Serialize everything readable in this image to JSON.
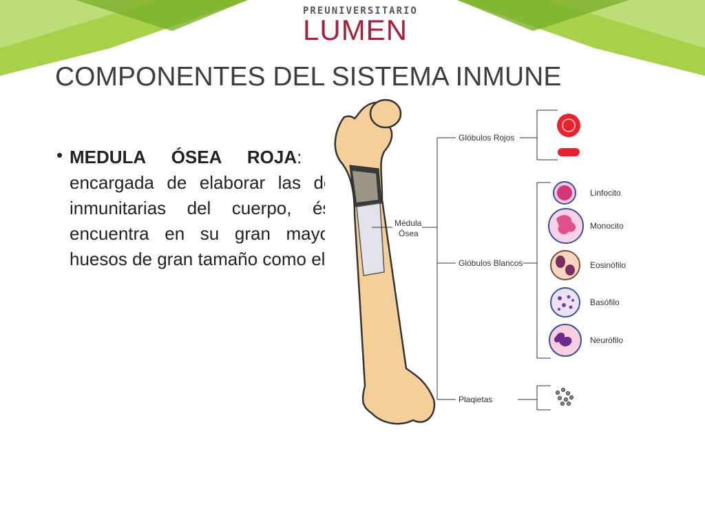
{
  "header": {
    "logo_top": "PREUNIVERSITARIO",
    "logo_main": "LUMEN",
    "colors": {
      "green_light": "#a8d04a",
      "green_dark": "#7ab02a",
      "brand_red": "#a5213b"
    }
  },
  "slide": {
    "title": "COMPONENTES DEL SISTEMA INMUNE",
    "bullet": {
      "term": "MEDULA ÓSEA ROJA",
      "text": ":  es la encargada de elaborar las defensas inmunitarias del cuerpo,  ésta se encuentra en su gran mayoría en huesos de gran tamaño como el Fémur"
    }
  },
  "diagram": {
    "marrow_label_line1": "Médula",
    "marrow_label_line2": "Ósea",
    "groups": {
      "red": "Glóbulos Rojos",
      "white": "Glóbulos Blancos",
      "platelets": "Plaqietas"
    },
    "white_cells": [
      "Linfocito",
      "Monocito",
      "Eosinófilo",
      "Basófilo",
      "Neurófilo"
    ],
    "icons": [
      "femur-bone-icon",
      "red-blood-cell-icon",
      "lymphocyte-icon",
      "monocyte-icon",
      "eosinophil-icon",
      "basophil-icon",
      "neutrophil-icon",
      "platelets-icon"
    ]
  }
}
